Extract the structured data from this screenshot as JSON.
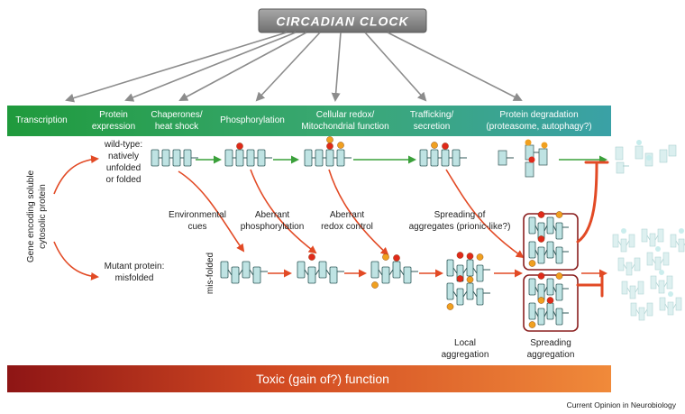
{
  "clock_title": "CIRCADIAN CLOCK",
  "stages": [
    {
      "line1": "Transcription",
      "line2": ""
    },
    {
      "line1": "Protein",
      "line2": "expression"
    },
    {
      "line1": "Chaperones/",
      "line2": "heat shock"
    },
    {
      "line1": "Phosphorylation",
      "line2": ""
    },
    {
      "line1": "Cellular redox/",
      "line2": "Mitochondrial function"
    },
    {
      "line1": "Trafficking/",
      "line2": "secretion"
    },
    {
      "line1": "Protein degradation",
      "line2": "(proteasome, autophagy?)"
    }
  ],
  "gene_label": {
    "line1": "Gene encoding soluble",
    "line2": "cytosolic protein"
  },
  "wildtype_label": {
    "line1": "wild-type:",
    "line2": "natively",
    "line3": "unfolded",
    "line4": "or folded"
  },
  "mutant_label": {
    "line1": "Mutant protein:",
    "line2": "misfolded"
  },
  "misfolded_label": "mis-folded",
  "cues": [
    {
      "line1": "Environmental",
      "line2": "cues"
    },
    {
      "line1": "Aberrant",
      "line2": "phosphorylation"
    },
    {
      "line1": "Aberrant",
      "line2": "redox control"
    },
    {
      "line1": "Spreading of",
      "line2": "aggregates (prionic-like?)"
    }
  ],
  "local_aggregation": {
    "line1": "Local",
    "line2": "aggregation"
  },
  "spreading_aggregation": {
    "line1": "Spreading",
    "line2": "aggregation"
  },
  "toxic_label": "Toxic (gain of?) function",
  "credit": "Current Opinion in Neurobiology",
  "colors": {
    "green": "#3aa03a",
    "red": "#e24a25",
    "teal": "#bfe3e3",
    "gray_arrow": "#8c8c8c",
    "dark_red_box": "#8a1f1f",
    "orange_ball": "#f0a020",
    "red_ball": "#e02a1a"
  }
}
